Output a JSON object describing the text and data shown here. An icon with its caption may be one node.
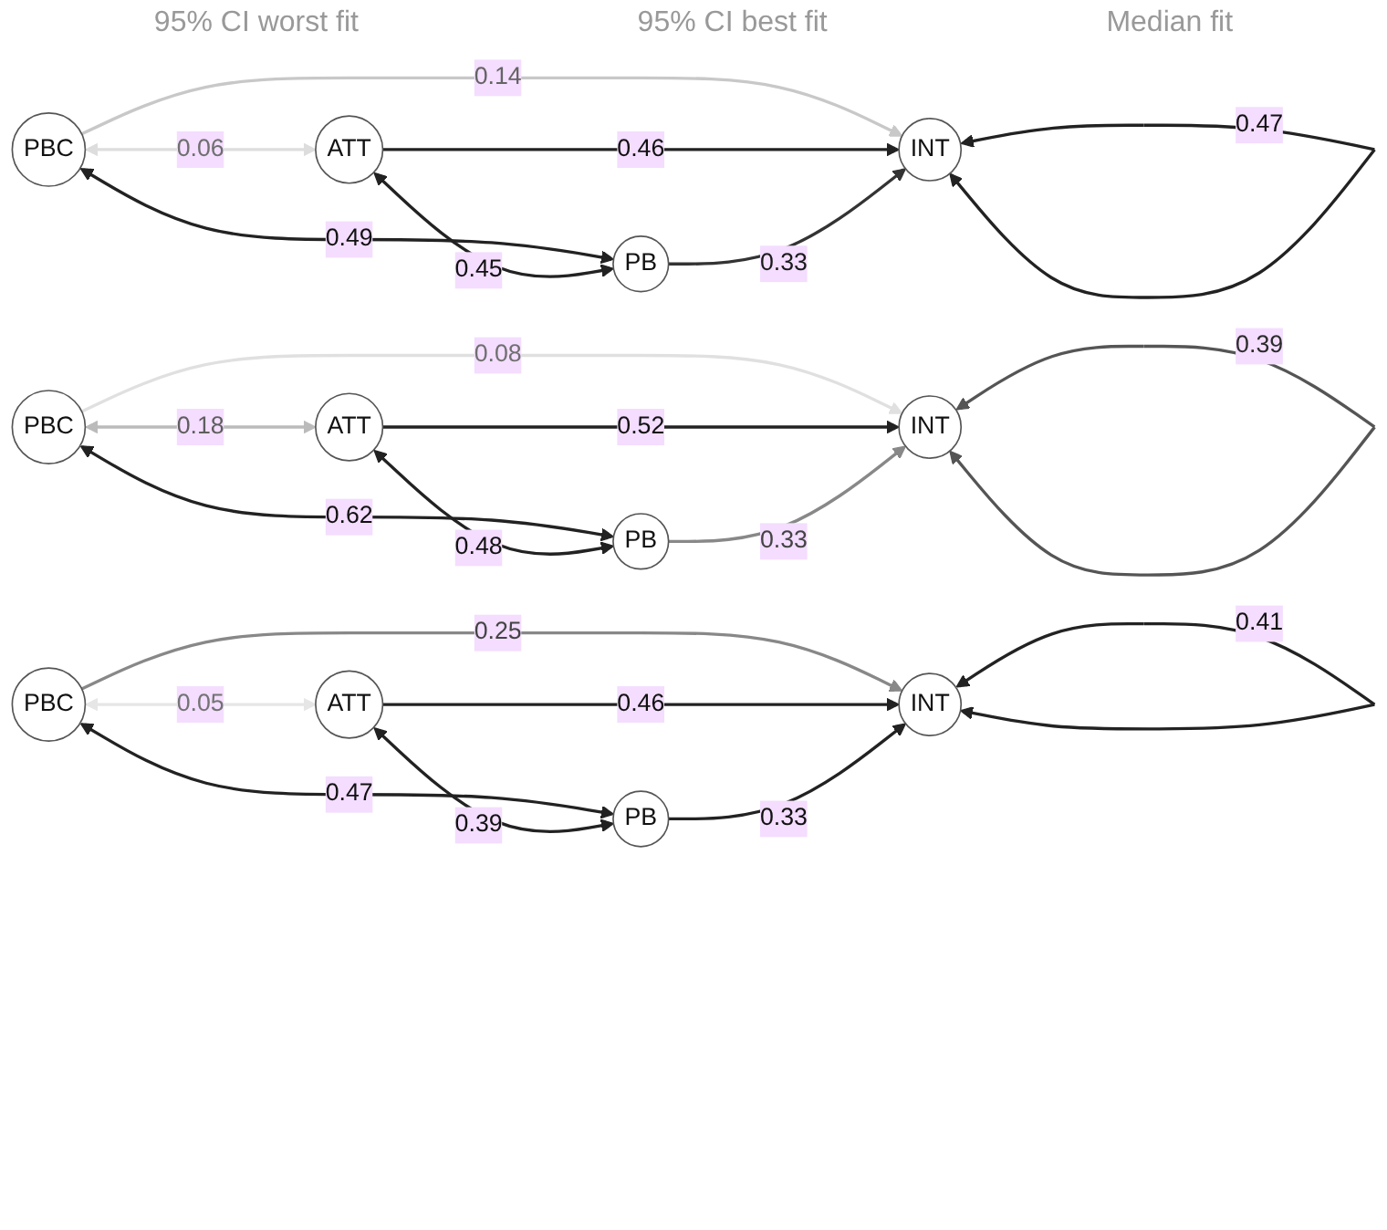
{
  "diagram": {
    "nodes": [
      {
        "text": [
          "PBC"
        ]
      },
      {
        "text": [
          "ATT"
        ]
      },
      {
        "text": [
          "INT"
        ]
      },
      {
        "text": [
          "PB"
        ]
      },
      {
        "text": [
          "PBC"
        ]
      },
      {
        "text": [
          "ATT"
        ]
      },
      {
        "text": [
          "INT"
        ]
      },
      {
        "text": [
          "PB"
        ]
      },
      {
        "text": [
          "PBC"
        ]
      },
      {
        "text": [
          "ATT"
        ]
      },
      {
        "text": [
          "INT"
        ]
      },
      {
        "text": [
          "PB"
        ]
      }
    ],
    "edges": [
      {
        "from": 0,
        "to": 1,
        "arrow": "both",
        "label": "0.06",
        "color": "#dddddd"
      },
      {
        "from": 0,
        "to": 3,
        "arrow": "both",
        "label": "0.49"
      },
      {
        "from": 1,
        "to": 3,
        "arrow": "both",
        "label": "0.45"
      },
      {
        "from": 0,
        "to": 2,
        "arrow": "to",
        "label": "0.14",
        "color": "#c8c8c8"
      },
      {
        "from": 1,
        "to": 2,
        "arrow": "to",
        "label": "0.46"
      },
      {
        "from": 3,
        "to": 2,
        "arrow": "to",
        "label": "0.33",
        "color": "#333333"
      },
      {
        "from": 2,
        "to": 2,
        "arrow": "both",
        "label": "0.47"
      },
      {
        "from": 4,
        "to": 5,
        "arrow": "both",
        "label": "0.18",
        "color": "#bbbbbb"
      },
      {
        "from": 4,
        "to": 7,
        "arrow": "both",
        "label": "0.62"
      },
      {
        "from": 5,
        "to": 7,
        "arrow": "both",
        "label": "0.48"
      },
      {
        "from": 4,
        "to": 6,
        "arrow": "to",
        "label": "0.08",
        "color": "#e0e0e0"
      },
      {
        "from": 5,
        "to": 6,
        "arrow": "to",
        "label": "0.52"
      },
      {
        "from": 7,
        "to": 6,
        "arrow": "to",
        "label": "0.33",
        "color": "#888888"
      },
      {
        "from": 6,
        "to": 6,
        "arrow": "both",
        "label": "0.39",
        "color": "#555555"
      },
      {
        "from": 8,
        "to": 9,
        "arrow": "both",
        "label": "0.05",
        "color": "#e6e6e6"
      },
      {
        "from": 8,
        "to": 11,
        "arrow": "both",
        "label": "0.47"
      },
      {
        "from": 9,
        "to": 11,
        "arrow": "both",
        "label": "0.39"
      },
      {
        "from": 8,
        "to": 10,
        "arrow": "to",
        "label": "0.25",
        "color": "#888888"
      },
      {
        "from": 9,
        "to": 10,
        "arrow": "to",
        "label": "0.46"
      },
      {
        "from": 11,
        "to": 10,
        "arrow": "to",
        "label": "0.33"
      },
      {
        "from": 10,
        "to": 10,
        "arrow": "both",
        "label": "0.41"
      }
    ],
    "labels": [
      "95% CI worst fit",
      "95% CI best fit",
      "Median fit"
    ]
  }
}
